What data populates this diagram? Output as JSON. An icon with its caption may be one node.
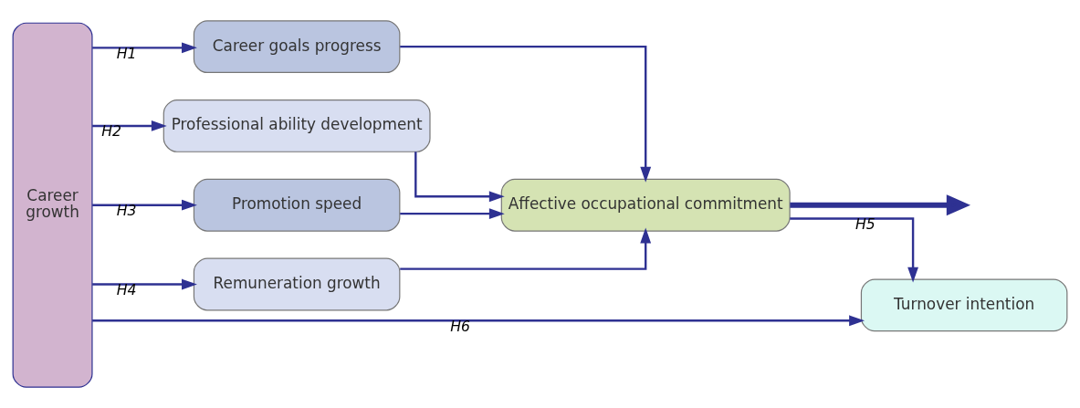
{
  "diagram": {
    "nodes": [
      {
        "text": [
          "Career growth"
        ]
      },
      {
        "text": [
          "Career goals progress"
        ]
      },
      {
        "text": [
          "Professional ability development"
        ]
      },
      {
        "text": [
          "Promotion speed"
        ]
      },
      {
        "text": [
          "Remuneration growth"
        ]
      },
      {
        "text": [
          "Affective occupational commitment"
        ]
      },
      {
        "text": [
          "Turnover intention"
        ]
      }
    ],
    "edges": [
      {
        "from": 0,
        "to": 1,
        "arrow": "to",
        "label": "H1"
      },
      {
        "from": 0,
        "to": 2,
        "arrow": "to",
        "label": "H2"
      },
      {
        "from": 0,
        "to": 3,
        "arrow": "to",
        "label": "H3"
      },
      {
        "from": 0,
        "to": 4,
        "arrow": "to",
        "label": "H4"
      },
      {
        "from": 1,
        "to": 5,
        "arrow": "to"
      },
      {
        "from": 2,
        "to": 5,
        "arrow": "to"
      },
      {
        "from": 3,
        "to": 5,
        "arrow": "to"
      },
      {
        "from": 4,
        "to": 5,
        "arrow": "to"
      },
      {
        "from": 5,
        "to": 6,
        "arrow": "to",
        "label": "H5"
      },
      {
        "from": 0,
        "to": 6,
        "arrow": "to",
        "label": "H6"
      },
      {
        "from": 5,
        "to": null,
        "arrow": "to",
        "style": "thick"
      }
    ]
  }
}
